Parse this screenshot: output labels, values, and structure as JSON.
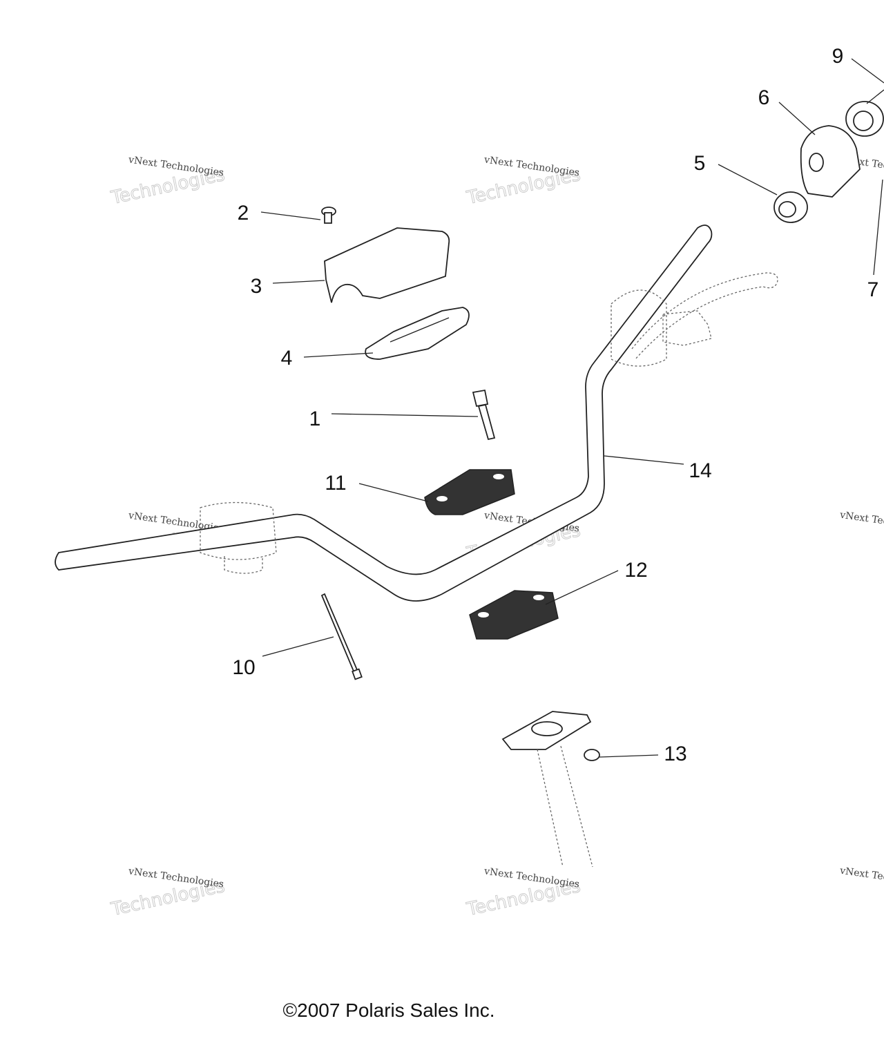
{
  "diagram": {
    "callouts": {
      "c1": "1",
      "c2": "2",
      "c3": "3",
      "c4": "4",
      "c5": "5",
      "c6": "6",
      "c7": "7",
      "c9": "9",
      "c10": "10",
      "c11": "11",
      "c12": "12",
      "c13": "13",
      "c14": "14"
    },
    "copyright": "©2007 Polaris Sales Inc.",
    "watermark": {
      "line1": "vNext Technologies",
      "line2": "Technologies",
      "line3": "vNext"
    }
  }
}
